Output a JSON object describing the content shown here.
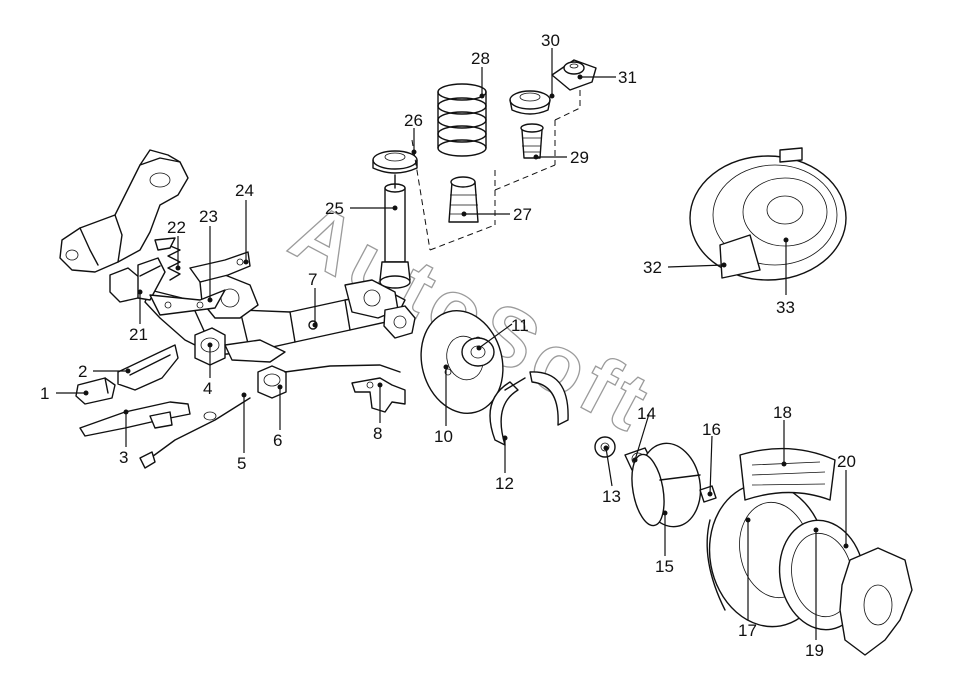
{
  "watermark": {
    "text": "AutoSoft",
    "color": "#8a8a8a"
  },
  "callouts": [
    "1",
    "2",
    "3",
    "4",
    "5",
    "6",
    "7",
    "8",
    "10",
    "11",
    "12",
    "13",
    "14",
    "15",
    "16",
    "17",
    "18",
    "19",
    "20",
    "21",
    "22",
    "23",
    "24",
    "25",
    "26",
    "27",
    "28",
    "29",
    "30",
    "31",
    "32",
    "33"
  ]
}
